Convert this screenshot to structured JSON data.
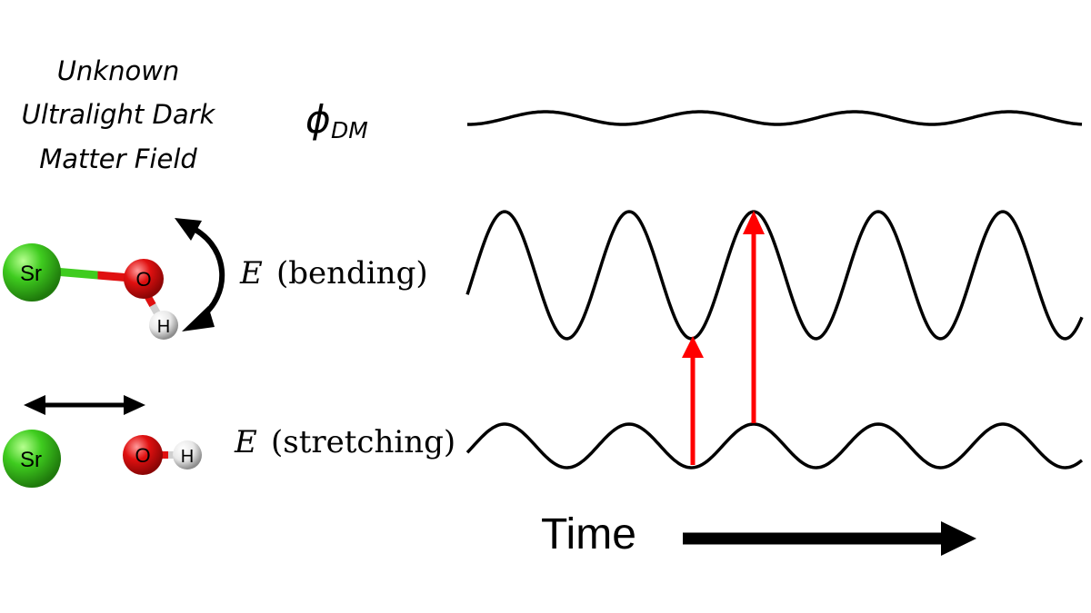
{
  "field_label": {
    "line1": "Unknown",
    "line2": "Ultralight Dark",
    "line3": "Matter Field"
  },
  "phi": {
    "symbol": "ϕ",
    "subscript": "DM"
  },
  "bending": {
    "symbol": "E",
    "label": "(bending)"
  },
  "stretching": {
    "symbol": "E",
    "label": "(stretching)"
  },
  "molecule_bent": {
    "atom_metal": "Sr",
    "atom_oxygen": "O",
    "atom_hydrogen": "H"
  },
  "molecule_linear": {
    "atom_metal": "Sr",
    "atom_oxygen": "O",
    "atom_hydrogen": "H"
  },
  "time_label": "Time",
  "colors": {
    "wave": "#000000",
    "transition_arrow": "#ff0000",
    "strontium": "#3fcc1f",
    "oxygen": "#e01010",
    "hydrogen": "#e8e8e8"
  }
}
